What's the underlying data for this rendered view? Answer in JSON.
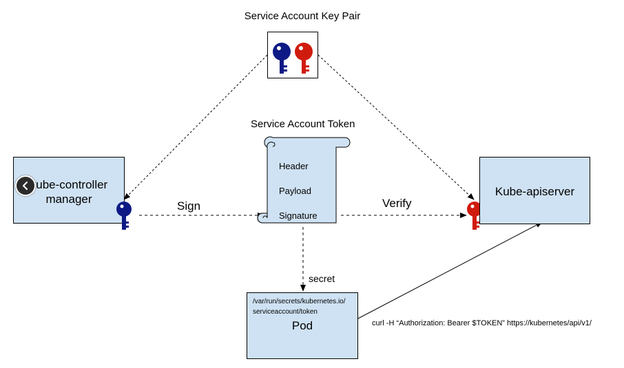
{
  "keypair": {
    "title": "Service Account Key Pair"
  },
  "token": {
    "title": "Service Account Token",
    "fields": [
      "Header",
      "Payload",
      "Signature"
    ]
  },
  "kcm": {
    "line1": "kube-controller",
    "line2": "manager"
  },
  "apiserver": {
    "label": "Kube-apiserver"
  },
  "pod": {
    "path_line1": "/var/run/secrets/kubernetes.io/",
    "path_line2": "serviceaccount/token",
    "label": "Pod"
  },
  "edges": {
    "sign": "Sign",
    "verify": "Verify",
    "secret": "secret",
    "curl": "curl -H “Authorization: Bearer $TOKEN” https://kubernetes/api/v1/"
  },
  "colors": {
    "box_fill": "#cfe2f3",
    "private_key": "#0d1a85",
    "public_key": "#d01c0e"
  },
  "icons": [
    "private-key-icon",
    "public-key-icon",
    "back-arrow-icon"
  ]
}
